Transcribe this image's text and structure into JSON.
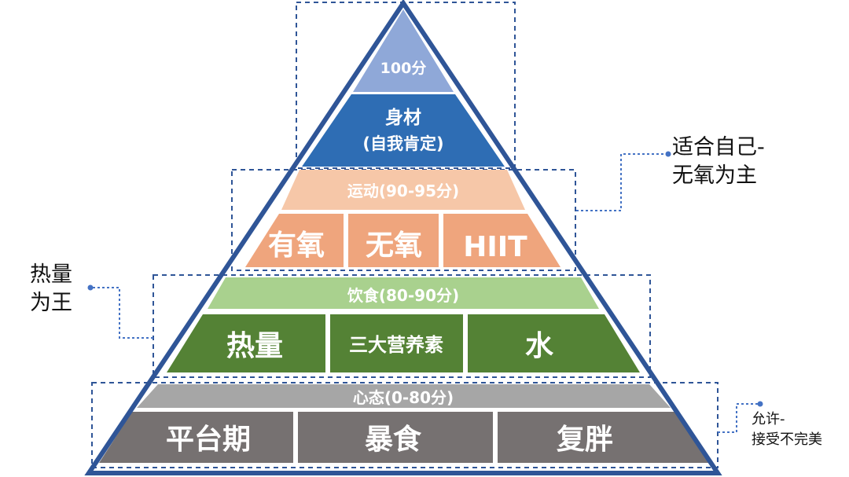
{
  "pyramid": {
    "apex_label": "100分",
    "body": {
      "line1": "身材",
      "line2": "(自我肯定)"
    },
    "exercise": {
      "title": "运动(90-95分)",
      "items": [
        "有氧",
        "无氧",
        "HIIT"
      ]
    },
    "diet": {
      "title": "饮食(80-90分)",
      "items": [
        "热量",
        "三大营养素",
        "水"
      ]
    },
    "mindset": {
      "title": "心态(0-80分)",
      "items": [
        "平台期",
        "暴食",
        "复胖"
      ]
    }
  },
  "notes": {
    "exercise": {
      "line1": "适合自己-",
      "line2": "无氧为主"
    },
    "diet": {
      "line1": "热量",
      "line2": "为王"
    },
    "mindset": {
      "line1": "允许-",
      "line2": "接受不完美"
    }
  },
  "colors": {
    "apex": "#8FA8D8",
    "body": "#2E6DB4",
    "exercise_title": "#F6C7A8",
    "exercise_cells": "#EFA57D",
    "diet_title": "#A9D18E",
    "diet_cells": "#548235",
    "mindset_title": "#A6A6A6",
    "mindset_cells": "#767171",
    "outline": "#2F5597",
    "dashed": "#2F5597"
  }
}
